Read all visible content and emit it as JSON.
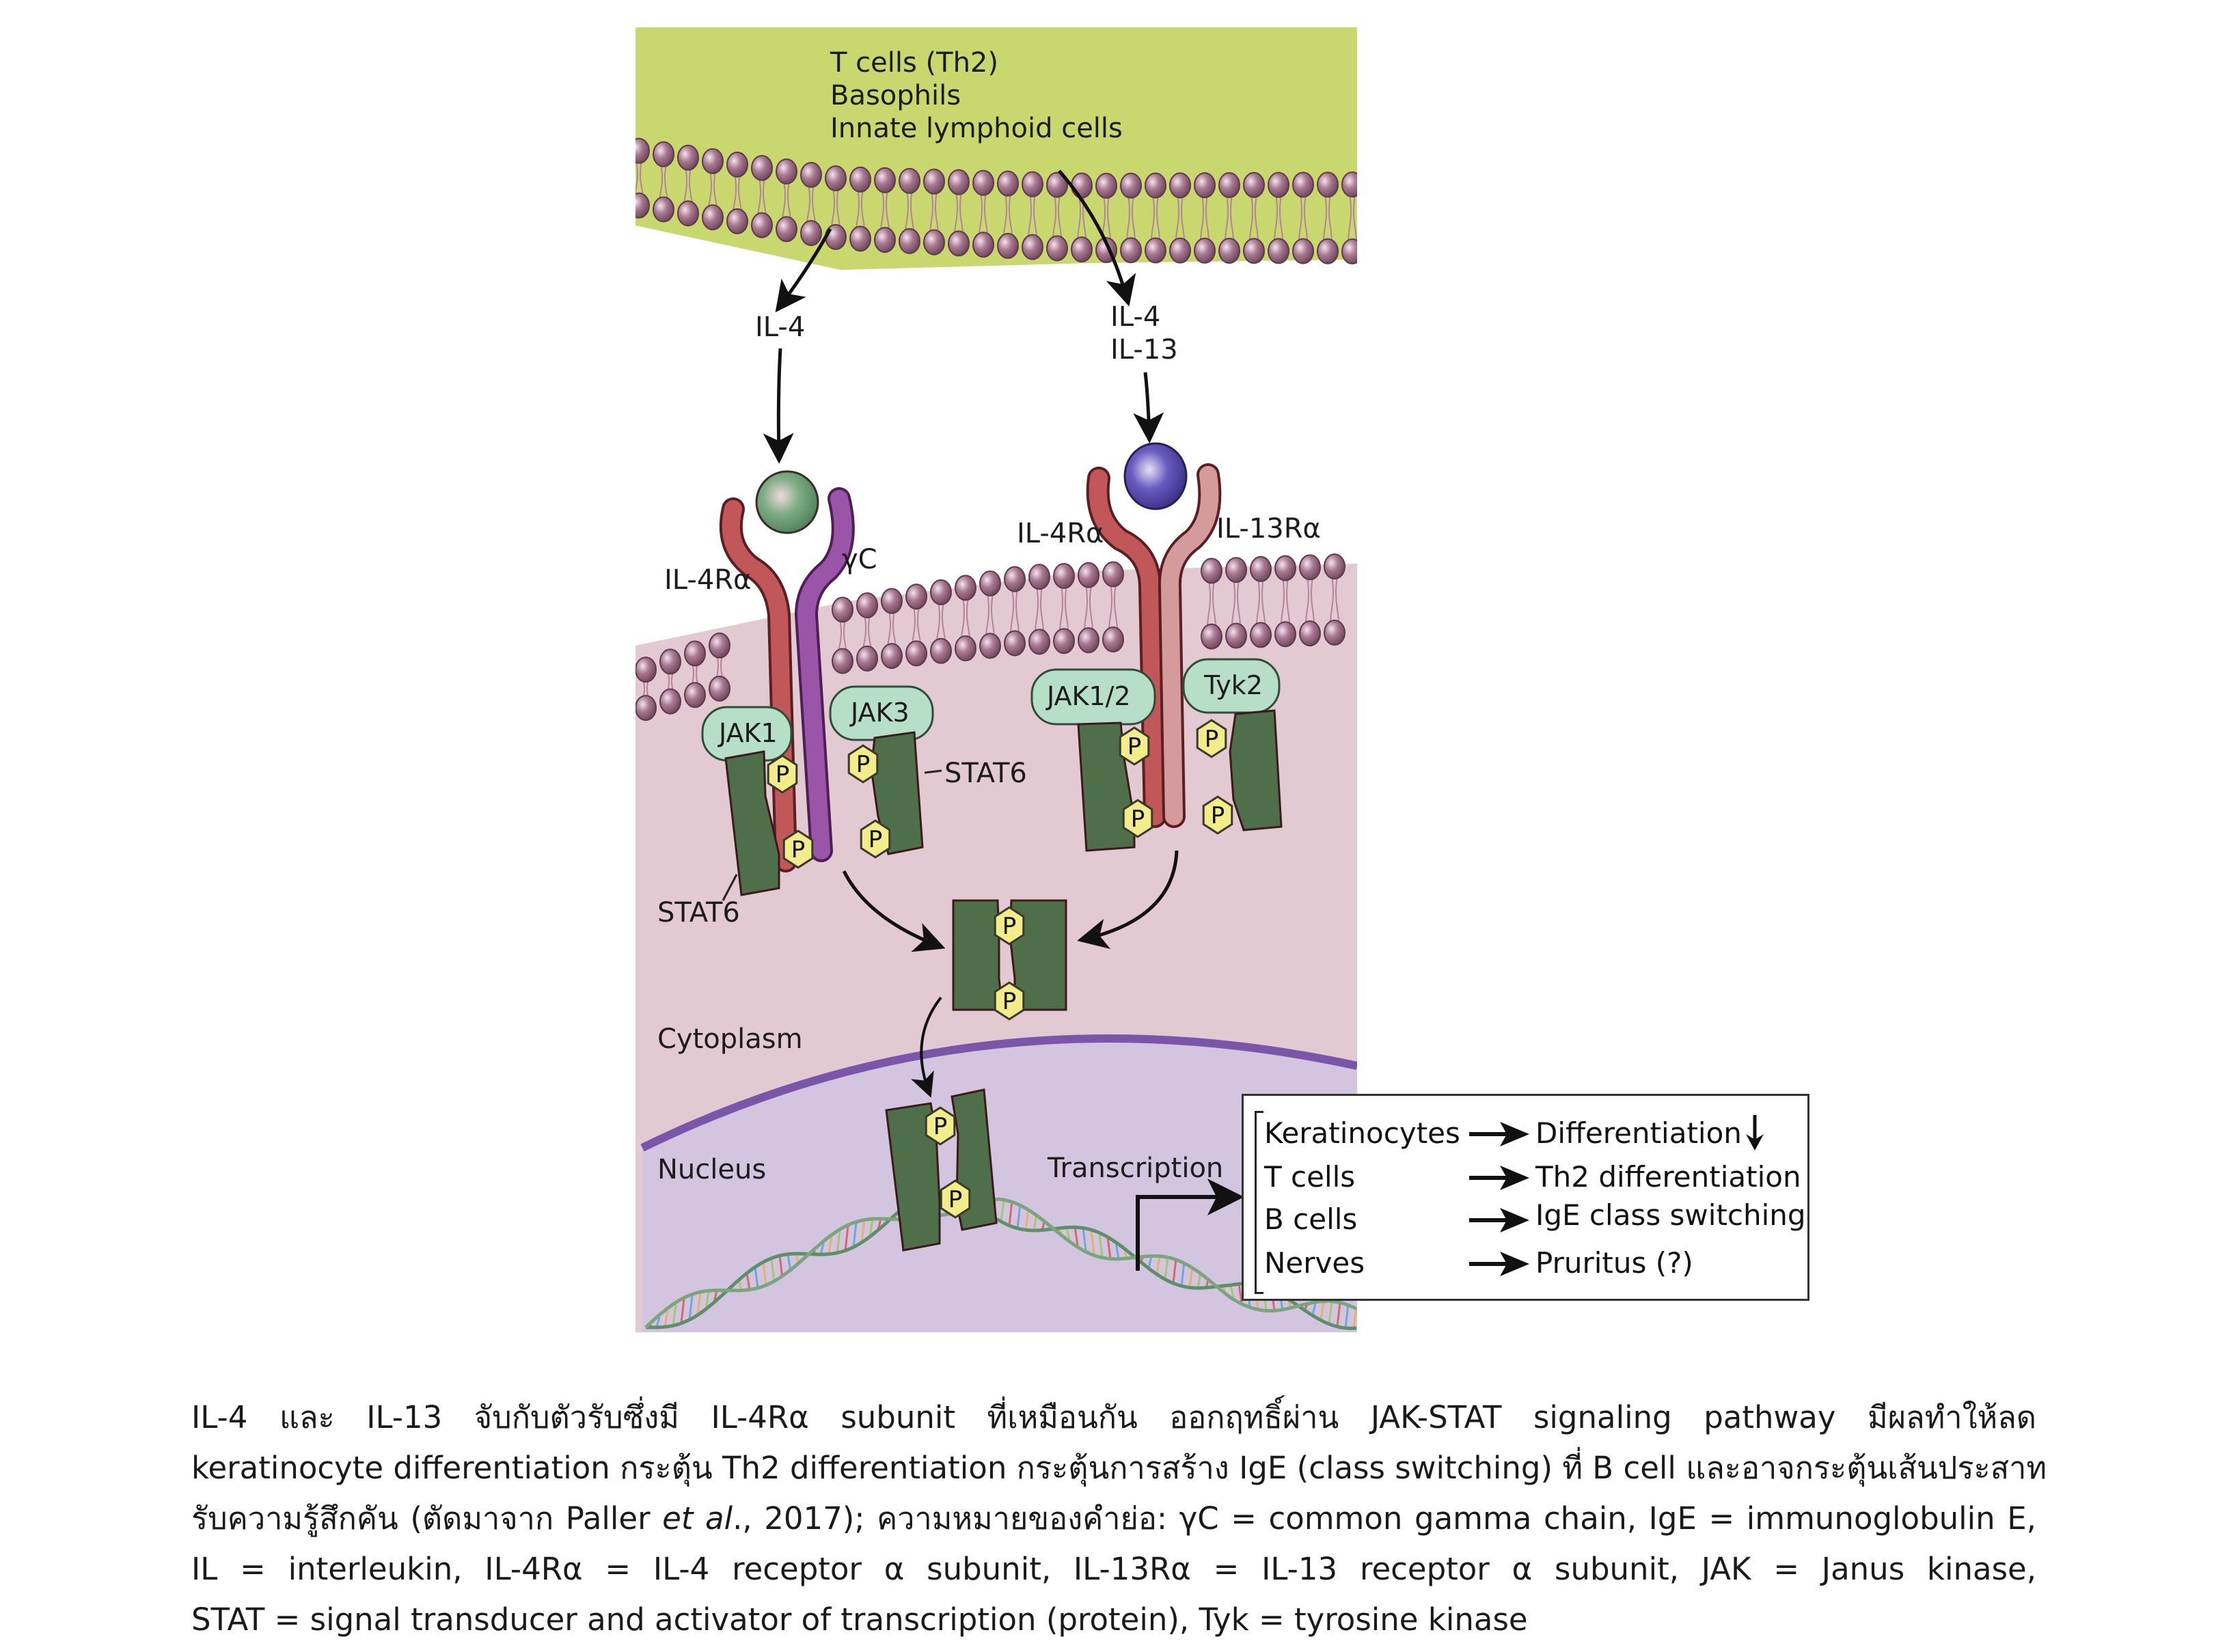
{
  "figure": {
    "source_cells_label": [
      "T cells (Th2)",
      "Basophils",
      "Innate lymphoid cells"
    ],
    "left_pathway": {
      "cytokine_label": "IL-4",
      "receptor_label_left": "IL-4Rα",
      "receptor_label_right": "γC",
      "kinase_left": "JAK1",
      "kinase_right": "JAK3",
      "stat_label_right": "STAT6",
      "stat_label_bottom": "STAT6"
    },
    "right_pathway": {
      "cytokine_label_1": "IL-4",
      "cytokine_label_2": "IL-13",
      "receptor_label_left": "IL-4Rα",
      "receptor_label_right": "IL-13Rα",
      "kinase_left": "JAK1/2",
      "kinase_right": "Tyk2"
    },
    "phospho_label": "P",
    "compartments": {
      "cytoplasm": "Cytoplasm",
      "nucleus": "Nucleus",
      "transcription": "Transcription"
    },
    "results": [
      {
        "cell": "Keratinocytes",
        "effect": "Differentiation",
        "direction": "down"
      },
      {
        "cell": "T cells",
        "effect": "Th2 differentiation",
        "direction": ""
      },
      {
        "cell": "B cells",
        "effect": "IgE class switching",
        "direction": ""
      },
      {
        "cell": "Nerves",
        "effect": "Pruritus (?)",
        "direction": ""
      }
    ],
    "colors": {
      "extracellular_top": "#c9d86e",
      "cytoplasm": "#e3c9d1",
      "nucleus": "#d3c5e0",
      "lipid_head": "#9c6f86",
      "receptor_il4ra": "#c2575a",
      "receptor_gammac": "#9a55a8",
      "receptor_il13ra": "#d49a9c",
      "jak": "#b7dfc7",
      "stat": "#4f6e4a",
      "phospho": "#f3ec8a",
      "il4_ligand": "#6f9c73",
      "il13_ligand": "#5a4aa8",
      "nuclear_membrane": "#7a55a8"
    }
  },
  "caption": {
    "line1": "IL-4 และ IL-13 จับกับตัวรับซึ่งมี IL-4Rα subunit ที่เหมือนกัน ออกฤทธิ์ผ่าน JAK-STAT signaling pathway มีผลทำให้ลด",
    "line2": "keratinocyte differentiation กระตุ้น Th2 differentiation กระตุ้นการสร้าง IgE (class switching) ที่ B cell และอาจกระตุ้นเส้นประสาท",
    "line3_a": "รับความรู้สึกคัน (ตัดมาจาก Paller ",
    "line3_italic": "et al",
    "line3_b": "., 2017); ความหมายของคำย่อ: γC = common gamma chain, IgE = immunoglobulin E,",
    "line4": "IL = interleukin, IL-4Rα = IL-4 receptor α subunit, IL-13Rα = IL-13 receptor α subunit, JAK = Janus kinase,",
    "line5": "STAT = signal transducer and activator of transcription (protein), Tyk = tyrosine kinase"
  }
}
